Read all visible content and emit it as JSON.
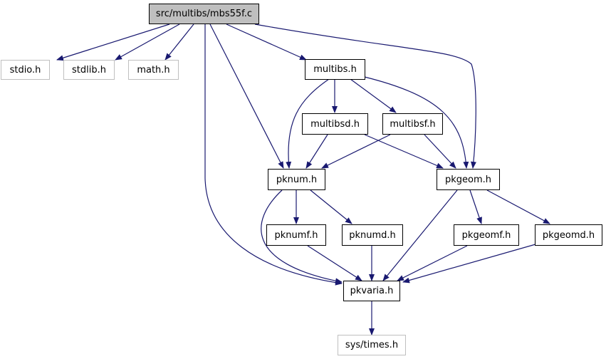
{
  "graph": {
    "colors": {
      "edge": "#191970",
      "main_fill": "#bfbfbf",
      "local_border": "#000000",
      "system_border": "#bfbfbf"
    },
    "nodes": {
      "mbs55f_c": "src/multibs/mbs55f.c",
      "stdio_h": "stdio.h",
      "stdlib_h": "stdlib.h",
      "math_h": "math.h",
      "multibs_h": "multibs.h",
      "multibsd_h": "multibsd.h",
      "multibsf_h": "multibsf.h",
      "pknum_h": "pknum.h",
      "pkgeom_h": "pkgeom.h",
      "pknumf_h": "pknumf.h",
      "pknumd_h": "pknumd.h",
      "pkgeomf_h": "pkgeomf.h",
      "pkgeomd_h": "pkgeomd.h",
      "pkvaria_h": "pkvaria.h",
      "sys_times_h": "sys/times.h"
    }
  }
}
